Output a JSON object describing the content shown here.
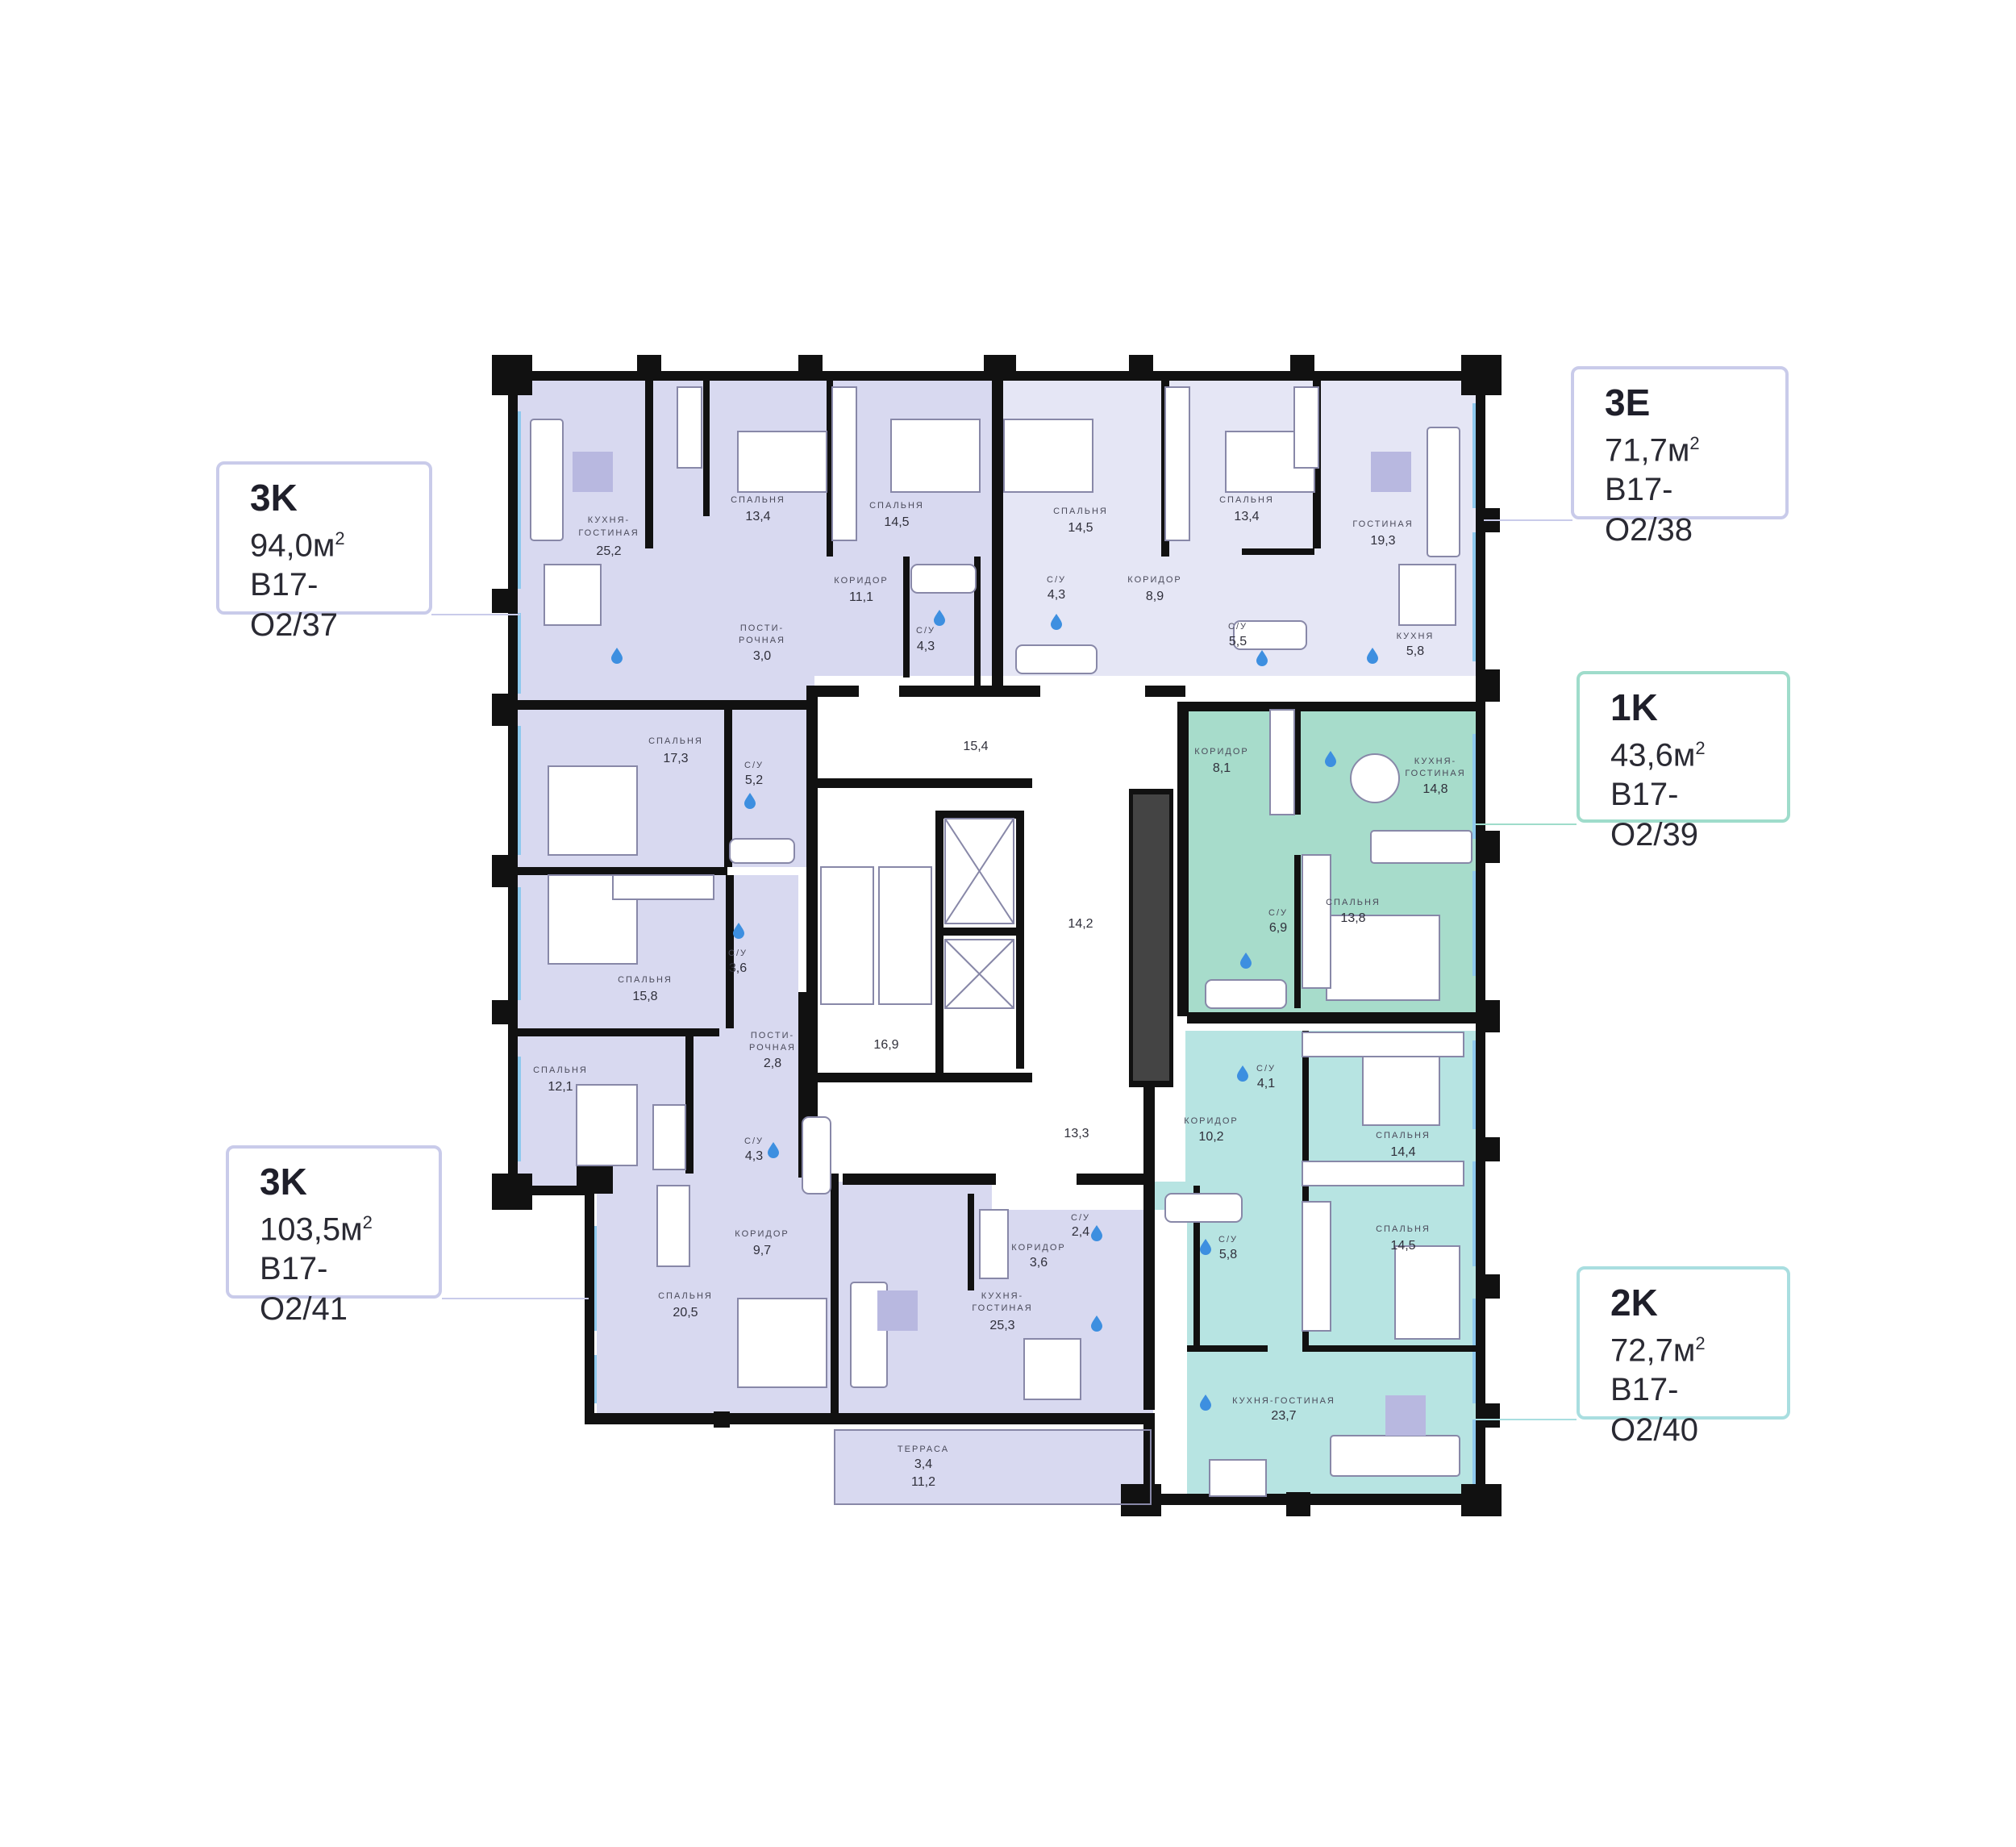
{
  "colors": {
    "unit_3k_37": "#d8d9f0",
    "unit_3e": "#e5e6f5",
    "unit_1k": "#a7dccb",
    "unit_2k": "#b7e4e2",
    "unit_3k_41": "#d8d9f0",
    "wall": "#111111",
    "window": "#8ec9ee",
    "callout_border_purple": "#c9cbea",
    "callout_border_green": "#9fdccb",
    "callout_border_teal": "#a9dee0"
  },
  "units": [
    {
      "id": "3k-37",
      "type": "3K",
      "area": "94,0м",
      "area_sup": "2",
      "code": "B17-O2/37"
    },
    {
      "id": "3e-38",
      "type": "3E",
      "area": "71,7м",
      "area_sup": "2",
      "code": "B17-O2/38"
    },
    {
      "id": "1k-39",
      "type": "1K",
      "area": "43,6м",
      "area_sup": "2",
      "code": "B17-O2/39"
    },
    {
      "id": "3k-41",
      "type": "3K",
      "area": "103,5м",
      "area_sup": "2",
      "code": "B17-O2/41"
    },
    {
      "id": "2k-40",
      "type": "2K",
      "area": "72,7м",
      "area_sup": "2",
      "code": "B17-O2/40"
    }
  ],
  "rooms": {
    "u37_kitchen": {
      "name1": "КУХНЯ-",
      "name2": "ГОСТИНАЯ",
      "area": "25,2"
    },
    "u37_bed1": {
      "name": "СПАЛЬНЯ",
      "area": "13,4"
    },
    "u37_bed2": {
      "name": "СПАЛЬНЯ",
      "area": "14,5"
    },
    "u37_corridor": {
      "name": "КОРИДОР",
      "area": "11,1"
    },
    "u37_storage": {
      "name1": "ПОСТИ-",
      "name2": "РОЧНАЯ",
      "area": "3,0"
    },
    "u37_bath1": {
      "name": "С/У",
      "area": "4,3"
    },
    "u37_bed3": {
      "name": "СПАЛЬНЯ",
      "area": "17,3"
    },
    "u37_bath2": {
      "name": "С/У",
      "area": "5,2"
    },
    "u41_bed1": {
      "name": "СПАЛЬНЯ",
      "area": "15,8"
    },
    "u41_bath1": {
      "name": "С/У",
      "area": "3,6"
    },
    "u41_storage": {
      "name1": "ПОСТИ-",
      "name2": "РОЧНАЯ",
      "area": "2,8"
    },
    "u41_bed2": {
      "name": "СПАЛЬНЯ",
      "area": "12,1"
    },
    "u41_bath2": {
      "name": "С/У",
      "area": "4,3"
    },
    "u41_corridor": {
      "name": "КОРИДОР",
      "area": "9,7"
    },
    "u41_bed3": {
      "name": "СПАЛЬНЯ",
      "area": "20,5"
    },
    "u41_kitchen": {
      "name1": "КУХНЯ-",
      "name2": "ГОСТИНАЯ",
      "area": "25,3"
    },
    "u41_corridor2": {
      "name": "КОРИДОР",
      "area": "3,6"
    },
    "u41_bath3": {
      "name": "С/У",
      "area": "2,4"
    },
    "u41_terrace": {
      "name": "ТЕРРАСА",
      "area": "3,4",
      "area2": "11,2"
    },
    "u38_bath1": {
      "name": "С/У",
      "area": "4,3"
    },
    "u38_bed1": {
      "name": "СПАЛЬНЯ",
      "area": "14,5"
    },
    "u38_corridor": {
      "name": "КОРИДОР",
      "area": "8,9"
    },
    "u38_bed2": {
      "name": "СПАЛЬНЯ",
      "area": "13,4"
    },
    "u38_living": {
      "name": "ГОСТИНАЯ",
      "area": "19,3"
    },
    "u38_bath2": {
      "name": "С/У",
      "area": "5,5"
    },
    "u38_kitchen": {
      "name": "КУХНЯ",
      "area": "5,8"
    },
    "u39_corridor": {
      "name": "КОРИДОР",
      "area": "8,1"
    },
    "u39_kitchen": {
      "name1": "КУХНЯ-",
      "name2": "ГОСТИНАЯ",
      "area": "14,8"
    },
    "u39_bath": {
      "name": "С/У",
      "area": "6,9"
    },
    "u39_bed": {
      "name": "СПАЛЬНЯ",
      "area": "13,8"
    },
    "u40_bath1": {
      "name": "С/У",
      "area": "4,1"
    },
    "u40_corridor": {
      "name": "КОРИДОР",
      "area": "10,2"
    },
    "u40_bed1": {
      "name": "СПАЛЬНЯ",
      "area": "14,4"
    },
    "u40_bath2": {
      "name": "С/У",
      "area": "5,8"
    },
    "u40_bed2": {
      "name": "СПАЛЬНЯ",
      "area": "14,5"
    },
    "u40_kitchen": {
      "name": "КУХНЯ-ГОСТИНАЯ",
      "area": "23,7"
    },
    "core_hall_top": {
      "area": "15,4"
    },
    "core_hall_mid": {
      "area": "14,2"
    },
    "core_stair": {
      "area": "16,9"
    },
    "core_hall_bottom": {
      "area": "13,3"
    }
  }
}
